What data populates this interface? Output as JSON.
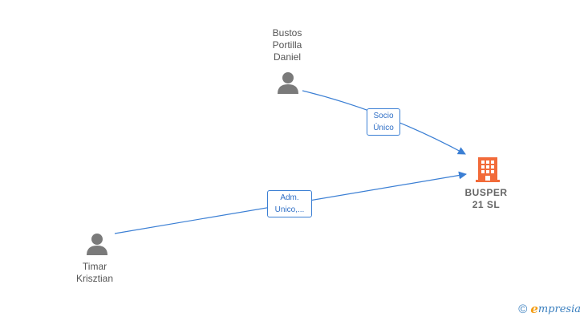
{
  "nodes": {
    "person_top": {
      "label": "Bustos\nPortilla\nDaniel"
    },
    "person_bottom": {
      "label": "Timar\nKrisztian"
    },
    "company": {
      "label": "BUSPER\n21  SL"
    }
  },
  "edges": {
    "top_to_company": {
      "label": "Socio\nÚnico"
    },
    "bottom_to_company": {
      "label": "Adm.\nUnico,..."
    }
  },
  "colors": {
    "edge": "#3b7fd4",
    "person_icon": "#7a7a7a",
    "company_icon": "#f26b3a"
  },
  "footer": {
    "copyright_symbol": "©",
    "brand_initial": "e",
    "brand_rest": "mpresia"
  }
}
